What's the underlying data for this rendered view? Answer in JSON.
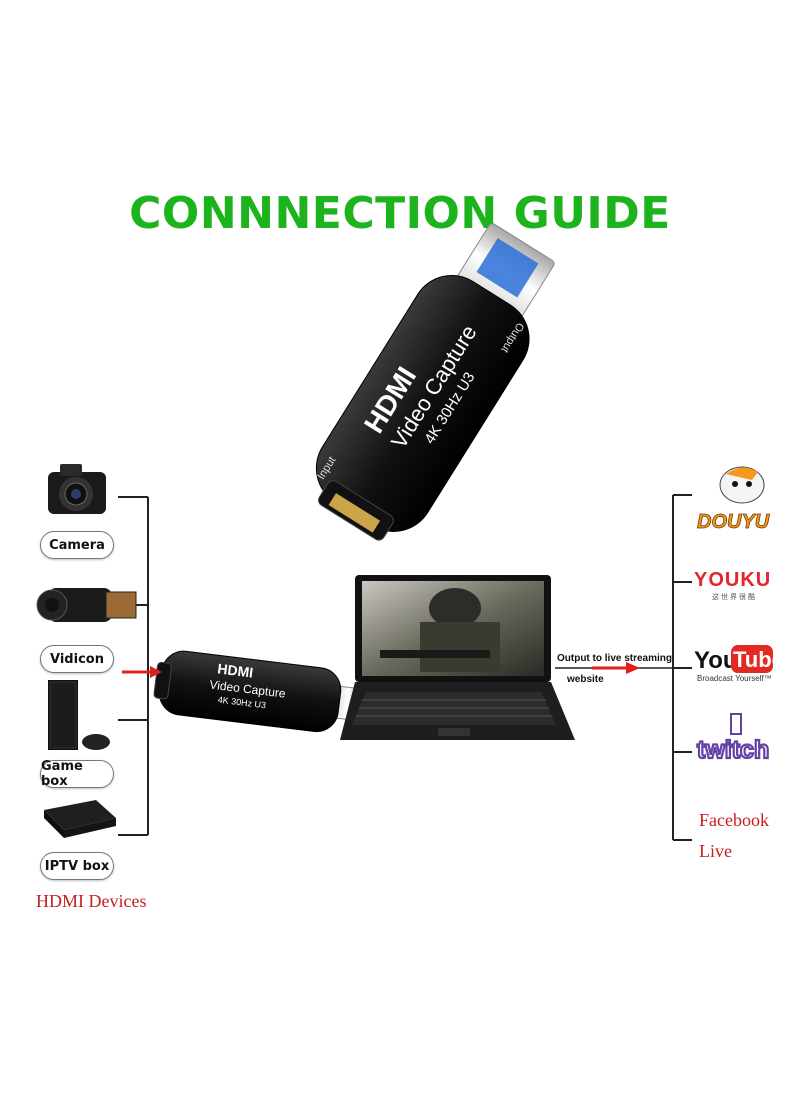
{
  "title": "CONNNECTION GUIDE",
  "capture_device": {
    "brand": "HDMI",
    "line1": "Video Capture",
    "line2": "4K 30Hz U3",
    "port_in": "Input",
    "port_out": "Output"
  },
  "devices": [
    {
      "label": "Camera",
      "icon": "camera-icon"
    },
    {
      "label": "Vidicon",
      "icon": "camcorder-icon"
    },
    {
      "label": "Game box",
      "icon": "game-console-icon"
    },
    {
      "label": "IPTV box",
      "icon": "iptv-box-icon"
    }
  ],
  "devices_caption": "HDMI Devices",
  "output_label_1": "Output to live streaming",
  "output_label_2": "website",
  "platforms": {
    "douyu": "DOUYU",
    "youku": "YOUKU",
    "youku_sub": "这世界很酷",
    "youtube_you": "You",
    "youtube_tube": "Tube",
    "youtube_sub": "Broadcast Yourself™",
    "twitch": "twitch",
    "facebook_1": "Facebook",
    "facebook_2": "Live"
  },
  "colors": {
    "title_green": "#1db31d",
    "arrow_red": "#e02020",
    "label_red": "#c81e1e",
    "youku_red": "#e3262b",
    "youtube_red": "#e32a22",
    "twitch_purple": "#6441a4",
    "douyu_orange": "#f39a1e"
  }
}
